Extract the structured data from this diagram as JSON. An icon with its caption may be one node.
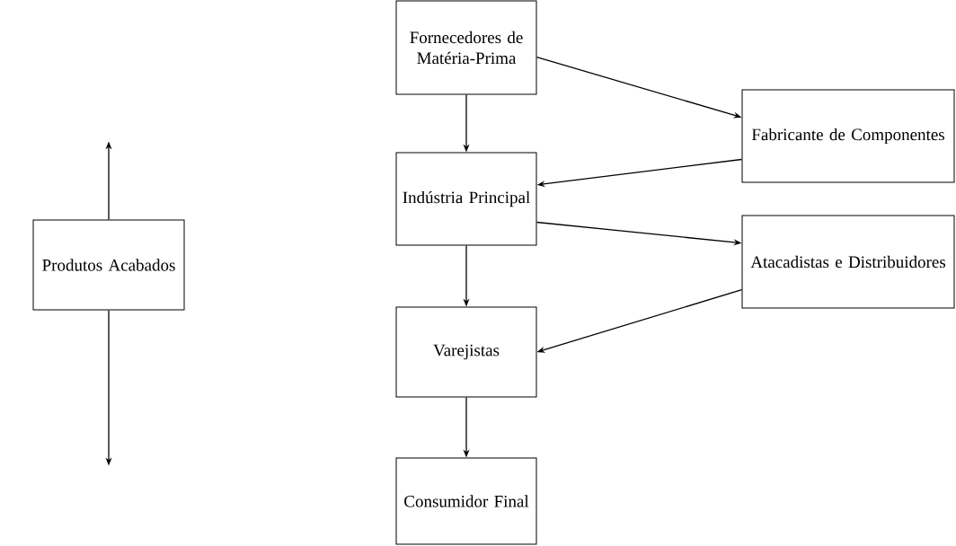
{
  "diagram": {
    "nodes": [
      {
        "text": [
          "Produtos Acabados"
        ]
      },
      {
        "text": [
          "Fornecedores de Matéria-Prima"
        ]
      },
      {
        "text": [
          "Fabricante de Componentes"
        ]
      },
      {
        "text": [
          "Indústria Principal"
        ]
      },
      {
        "text": [
          "Atacadistas e Distribuidores"
        ]
      },
      {
        "text": [
          "Varejistas"
        ]
      },
      {
        "text": [
          "Consumidor Final"
        ]
      }
    ],
    "edges": [
      {
        "from": 0,
        "to": null,
        "arrow": "to"
      },
      {
        "from": 0,
        "to": null,
        "arrow": "to"
      },
      {
        "from": 1,
        "to": 2,
        "arrow": "to"
      },
      {
        "from": 1,
        "to": 3,
        "arrow": "to"
      },
      {
        "from": 2,
        "to": 3,
        "arrow": "to"
      },
      {
        "from": 3,
        "to": 4,
        "arrow": "to"
      },
      {
        "from": 3,
        "to": 5,
        "arrow": "to"
      },
      {
        "from": 4,
        "to": 5,
        "arrow": "to"
      },
      {
        "from": 5,
        "to": 6,
        "arrow": "to"
      }
    ]
  }
}
